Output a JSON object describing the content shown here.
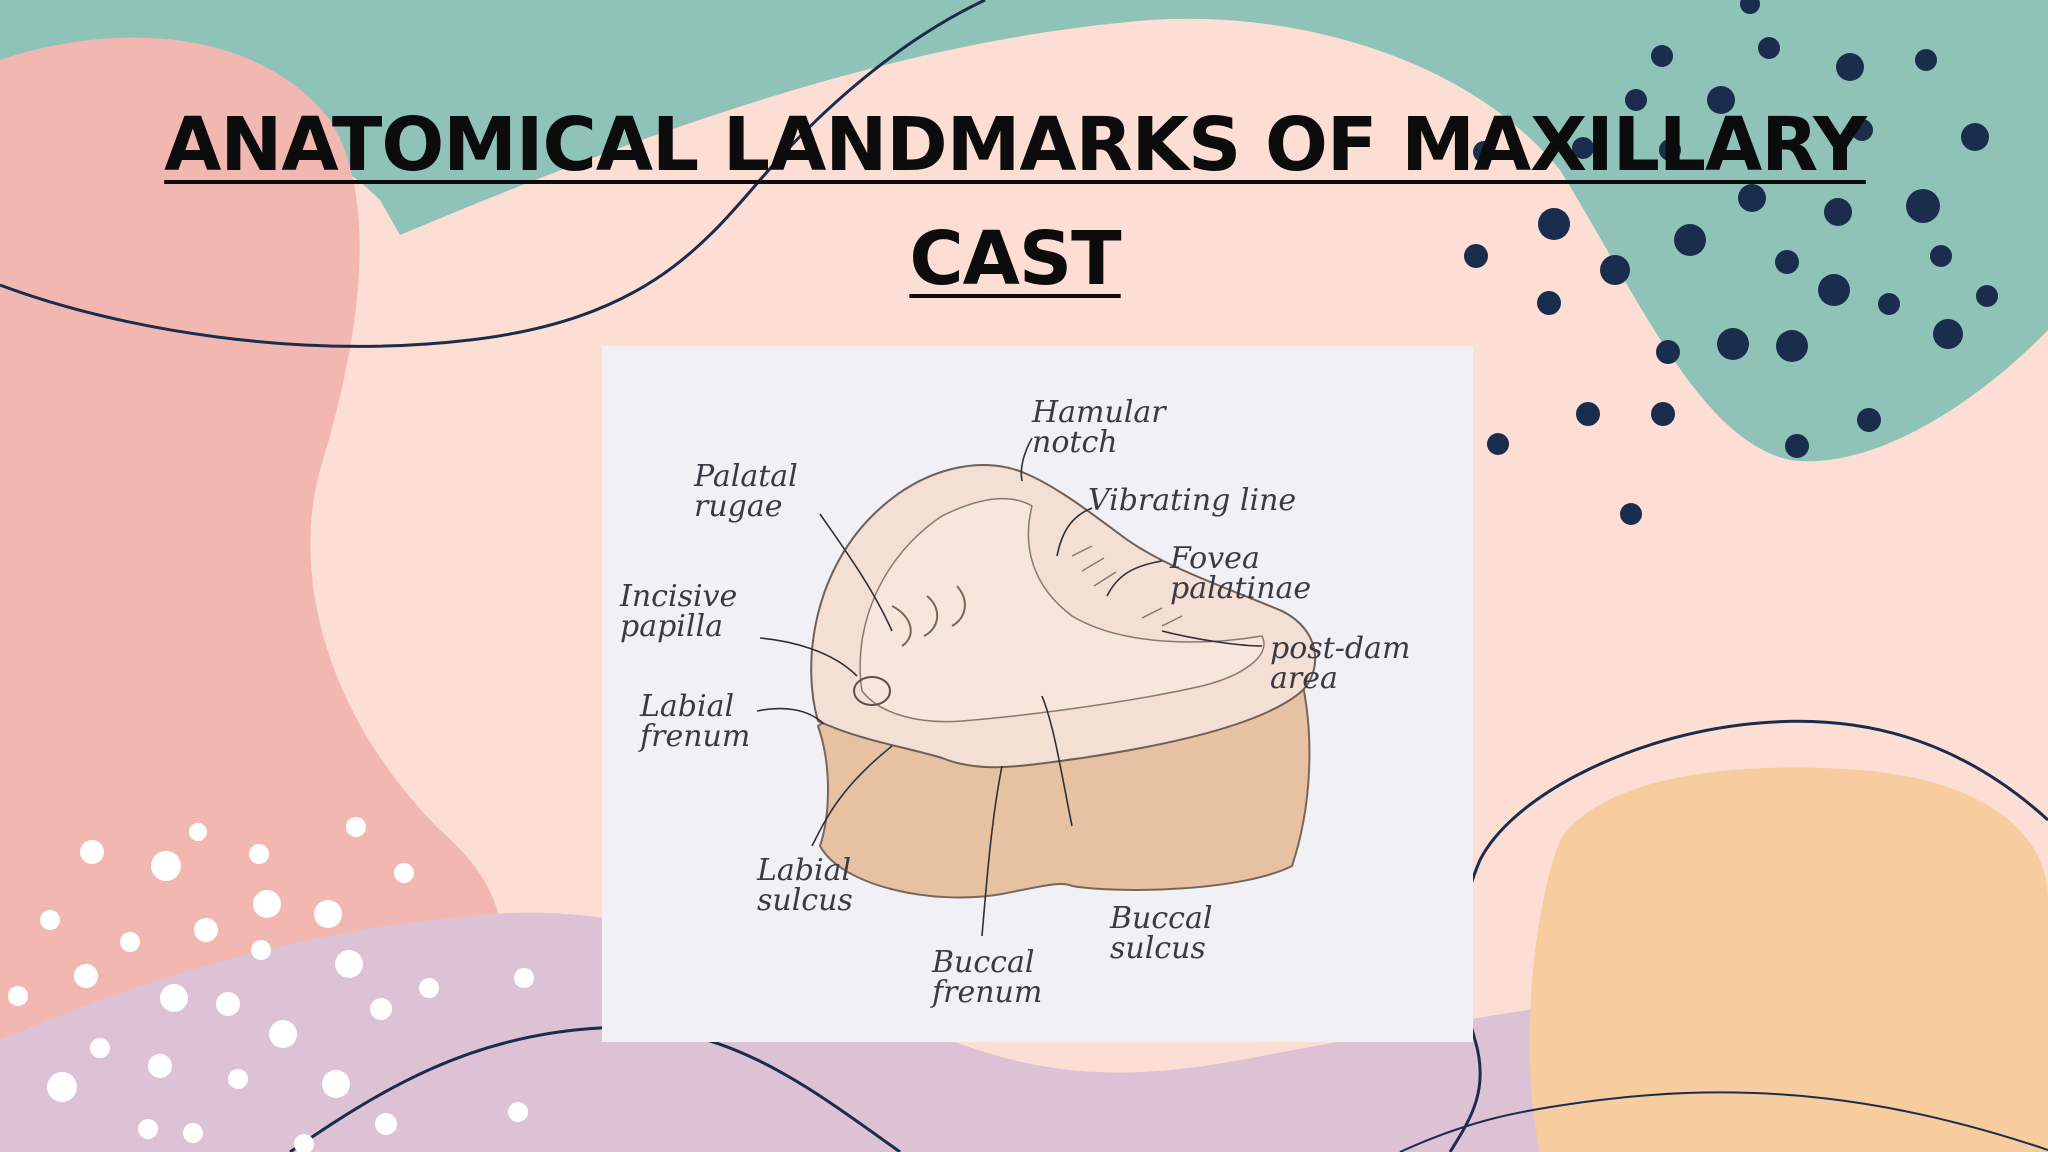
{
  "slide": {
    "title_line1": "ANATOMICAL LANDMARKS OF MAXILLARY",
    "title_line2": "CAST"
  },
  "figure": {
    "labels": {
      "hamular_notch": "Hamular\nnotch",
      "palatal_rugae": "Palatal\nrugae",
      "vibrating_line": "Vibrating line",
      "fovea_palatinae": "Fovea\npalatinae",
      "incisive_papilla": "Incisive\npapilla",
      "post_dam_area": "post-dam\narea",
      "labial_frenum": "Labial\nfrenum",
      "labial_sulcus": "Labial\nsulcus",
      "buccal_sulcus": "Buccal\nsulcus",
      "buccal_frenum": "Buccal\nfrenum"
    }
  },
  "colors": {
    "background": "#fcded5",
    "coral": "#f3b7b2",
    "teal": "#8fc3b7",
    "lavender": "#dcc2d4",
    "peach": "#f7cc9f",
    "navy": "#1b2d4c"
  }
}
